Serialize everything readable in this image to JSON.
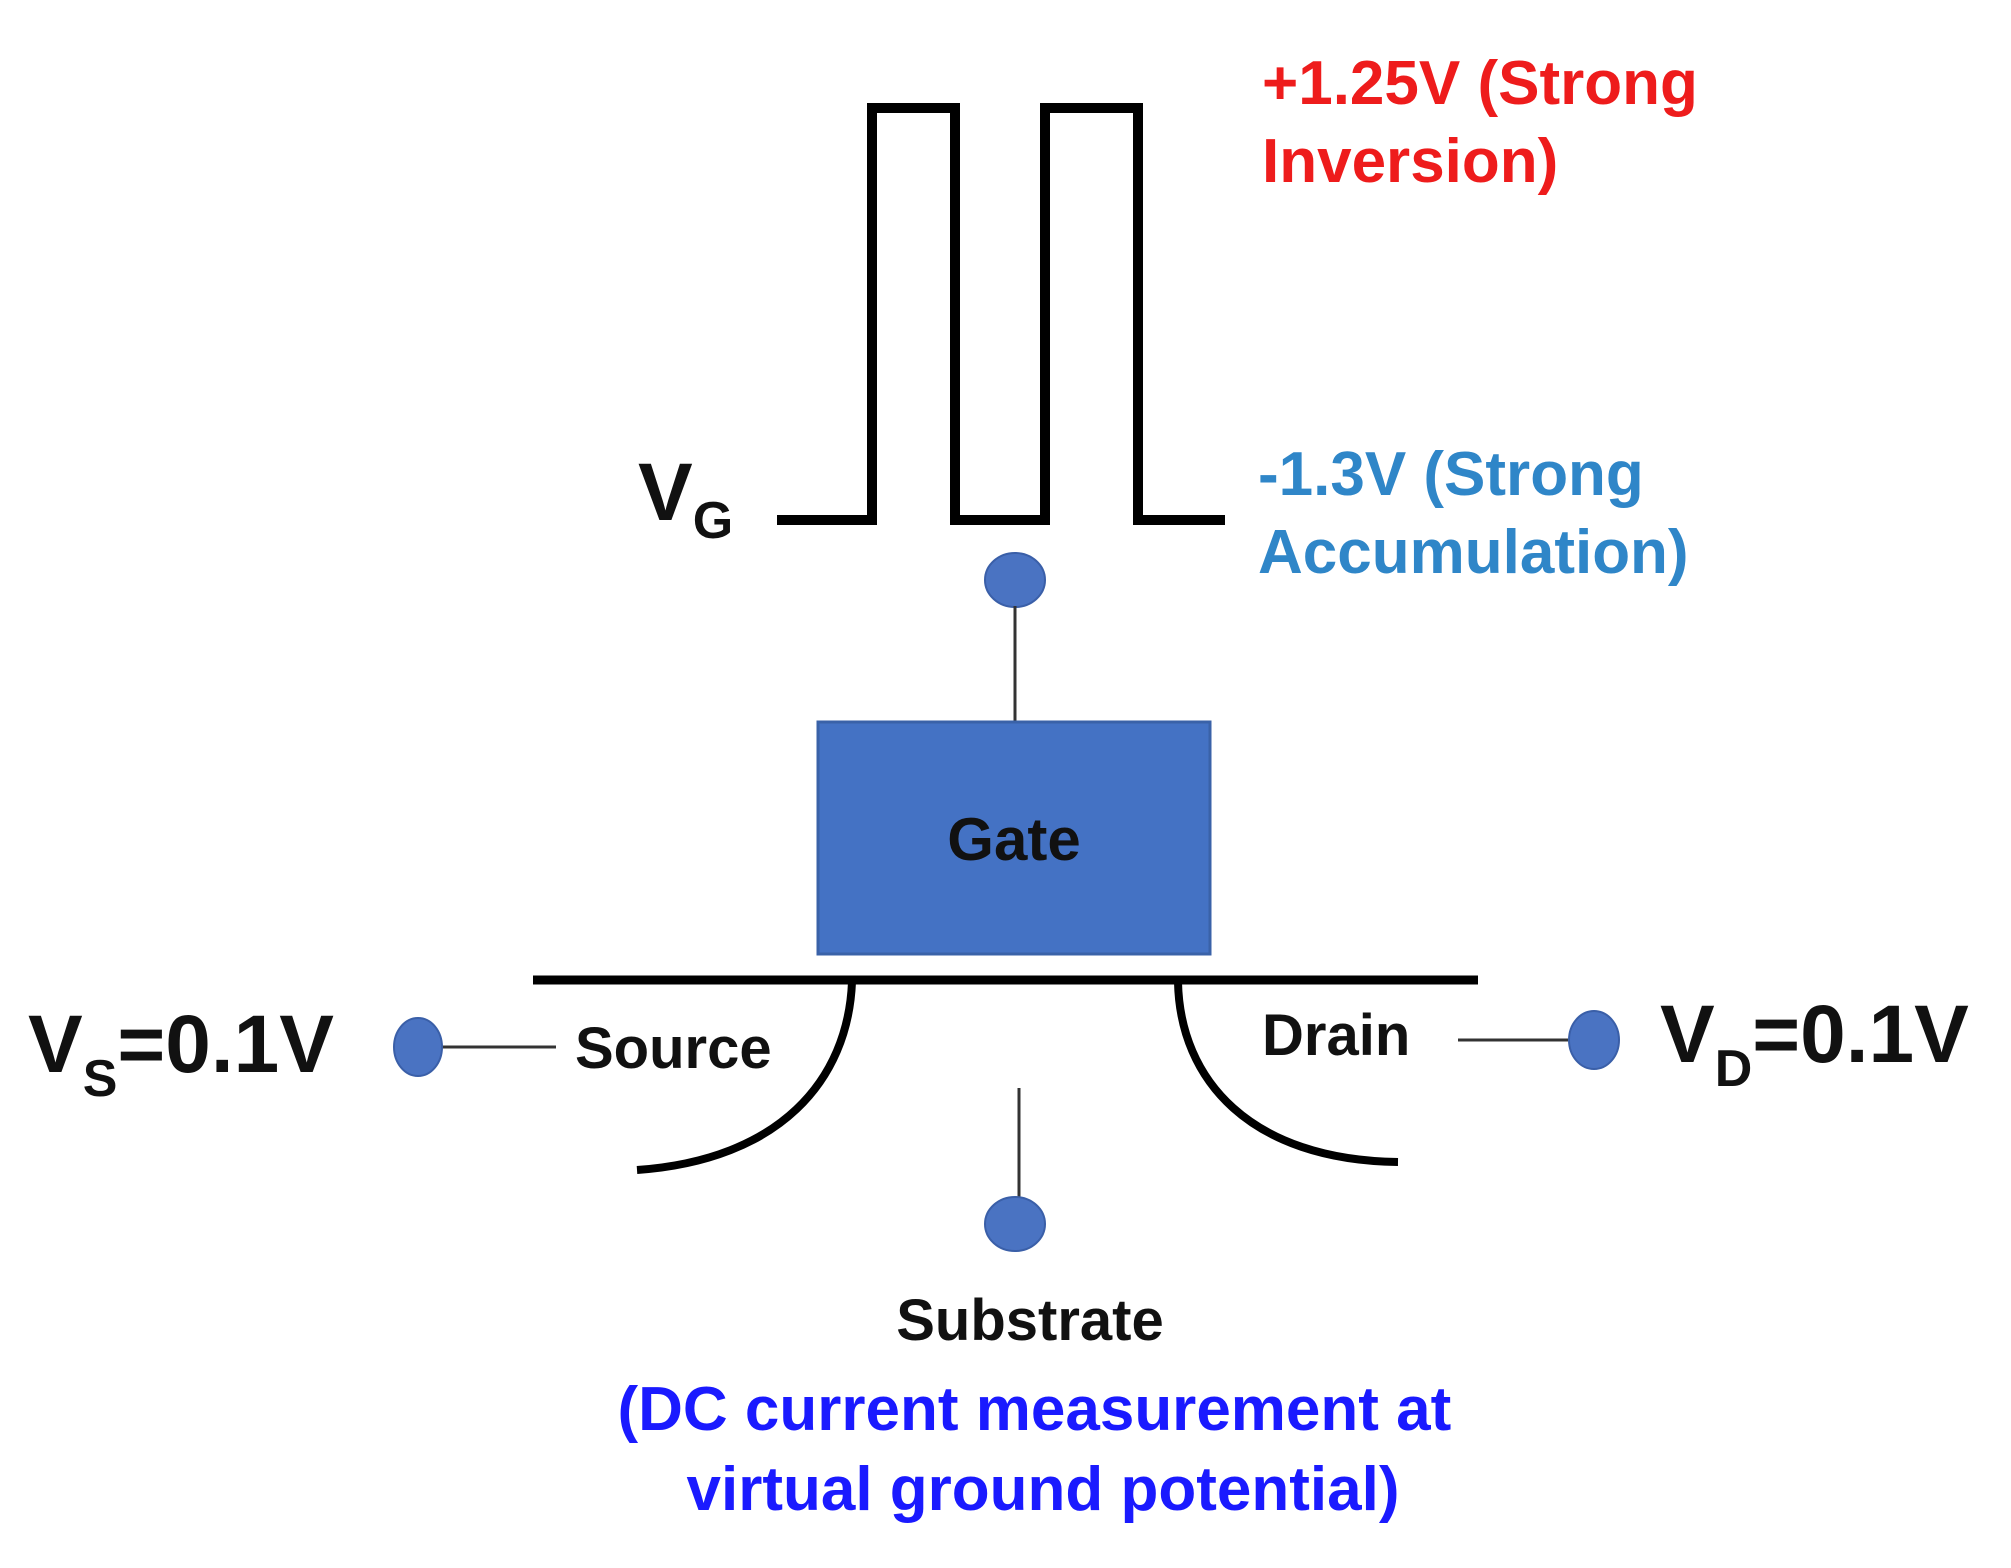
{
  "gate_pulse": {
    "label": "V",
    "label_sub": "G",
    "high_level": [
      "+1.25V (Strong",
      "Inversion)"
    ],
    "low_level": [
      "-1.3V (Strong",
      "Accumulation)"
    ]
  },
  "gate": {
    "label": "Gate"
  },
  "source": {
    "label": "Source",
    "voltage_prefix": "V",
    "voltage_sub": "S",
    "voltage_value": "=0.1V"
  },
  "drain": {
    "label": "Drain",
    "voltage_prefix": "V",
    "voltage_sub": "D",
    "voltage_value": "=0.1V"
  },
  "substrate": {
    "label": "Substrate",
    "note": [
      "(DC current measurement at",
      "virtual ground potential)"
    ]
  },
  "colors": {
    "high_level_text": "#ee1c1c",
    "low_level_text": "#2f86c8",
    "note_text": "#1a1aff",
    "gate_fill": "#4472c4",
    "terminal_dot": "#4a73c2",
    "wire": "#000000"
  }
}
